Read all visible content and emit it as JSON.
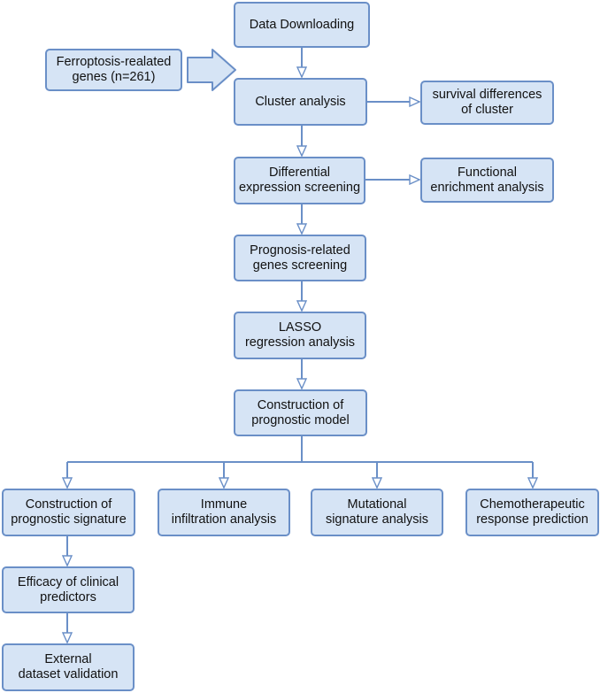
{
  "colors": {
    "box_fill": "#d6e4f5",
    "box_border": "#6a8fc7",
    "connector": "#6a8fc7",
    "text": "#111111"
  },
  "nodes": {
    "data_downloading": [
      "Data Downloading"
    ],
    "ferroptosis_genes": [
      "Ferroptosis-realated",
      "genes (n=261)"
    ],
    "cluster_analysis": [
      "Cluster analysis"
    ],
    "survival_differences": [
      "survival differences",
      "of cluster"
    ],
    "differential_expression": [
      "Differential",
      "expression screening"
    ],
    "functional_enrichment": [
      "Functional",
      "enrichment analysis"
    ],
    "prognosis_genes": [
      "Prognosis-related",
      "genes screening"
    ],
    "lasso": [
      "LASSO",
      "regression analysis"
    ],
    "prognostic_model": [
      "Construction of",
      "prognostic model"
    ],
    "prognostic_signature": [
      "Construction of",
      "prognostic signature"
    ],
    "immune_infiltration": [
      "Immune",
      "infiltration analysis"
    ],
    "mutational_signature": [
      "Mutational",
      "signature analysis"
    ],
    "chemo_response": [
      "Chemotherapeutic",
      "response prediction"
    ],
    "clinical_predictors": [
      "Efficacy of clinical",
      "predictors"
    ],
    "external_validation": [
      "External",
      "dataset validation"
    ]
  }
}
